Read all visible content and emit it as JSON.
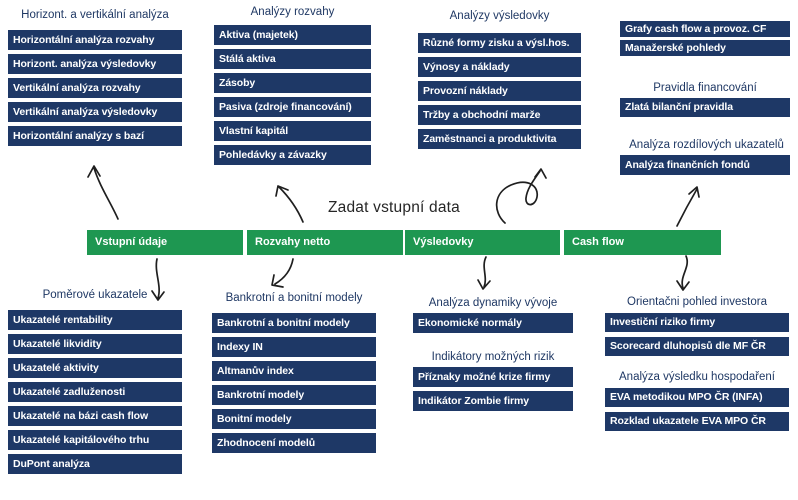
{
  "title": "Zadat vstupní data",
  "colors": {
    "box_bg": "#1E3866",
    "tab_bg": "#1E9751",
    "header_text": "#1F3864",
    "arrow": "#1f1f1f"
  },
  "tabs": [
    "Vstupní údaje",
    "Rozvahy netto",
    "Výsledovky",
    "Cash flow"
  ],
  "sections": [
    {
      "header": "Horizont. a vertikální analýza",
      "items": [
        "Horizontální analýza rozvahy",
        "Horizont. analýza výsledovky",
        "Vertikální analýza rozvahy",
        "Vertikální analýza výsledovky",
        "Horizontální analýzy s bazí"
      ]
    },
    {
      "header": "Analýzy rozvahy",
      "items": [
        "Aktiva (majetek)",
        "Stálá aktiva",
        "Zásoby",
        "Pasiva (zdroje financování)",
        "Vlastní kapitál",
        "Pohledávky a závazky"
      ]
    },
    {
      "header": "Analýzy výsledovky",
      "items": [
        "Různé formy zisku a výsl.hos.",
        "Výnosy a náklady",
        "Provozní náklady",
        "Tržby a obchodní marže",
        "Zaměstnanci a produktivita"
      ]
    },
    {
      "header": "",
      "items": [
        "Grafy cash flow a provoz. CF",
        "Manažerské pohledy"
      ]
    },
    {
      "header": "Pravidla financování",
      "items": [
        "Zlatá bilanční pravidla"
      ]
    },
    {
      "header": "Analýza rozdílových ukazatelů",
      "items": [
        "Analýza finančních fondů"
      ]
    },
    {
      "header": "Poměrové ukazatele",
      "items": [
        "Ukazatelé rentability",
        "Ukazatelé likvidity",
        "Ukazatelé aktivity",
        "Ukazatelé zadluženosti",
        "Ukazatelé na bázi cash flow",
        "Ukazatelé kapitálového trhu",
        "DuPont analýza"
      ]
    },
    {
      "header": "Bankrotní a bonitní modely",
      "items": [
        "Bankrotní a bonitní modely",
        "Indexy IN",
        "Altmanův index",
        "Bankrotní modely",
        "Bonitní modely",
        "Zhodnocení modelů"
      ]
    },
    {
      "header": "Analýza dynamiky vývoje",
      "items": [
        "Ekonomické normály"
      ]
    },
    {
      "header": "Indikátory možných rizik",
      "items": [
        "Příznaky možné krize firmy",
        "Indikátor Zombie firmy"
      ]
    },
    {
      "header": "Orientačni pohled investora",
      "items": [
        "Investiční riziko firmy",
        "Scorecard dluhopisů dle MF ČR"
      ]
    },
    {
      "header": "Analýza výsledku hospodaření",
      "items": [
        "EVA metodikou MPO ČR (INFA)",
        "Rozklad ukazatele EVA MPO ČR"
      ]
    }
  ]
}
